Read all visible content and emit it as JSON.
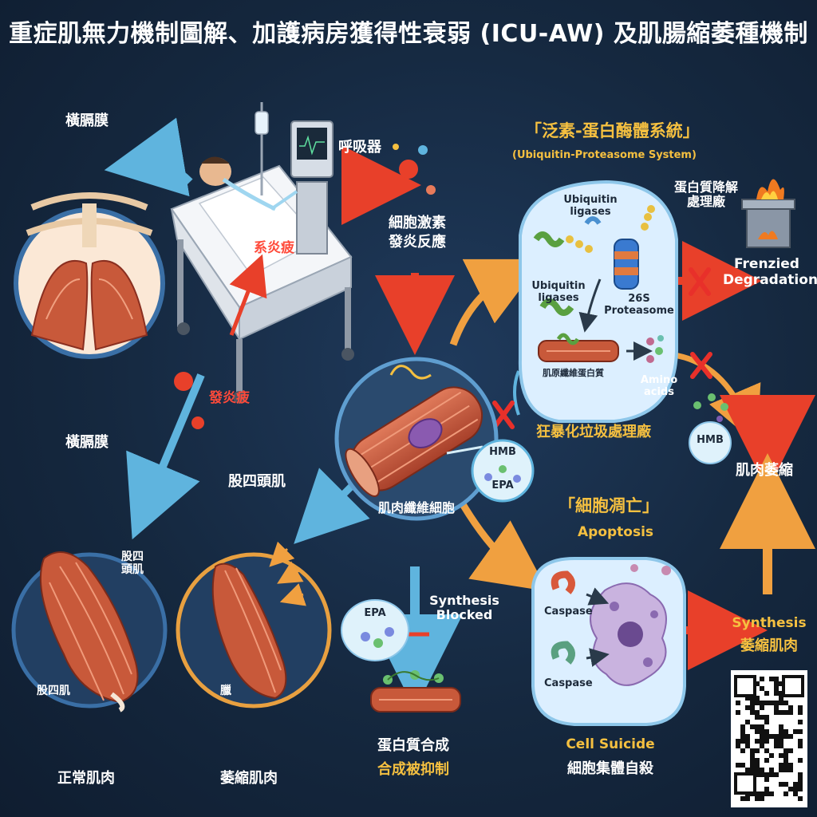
{
  "title": "重症肌無力機制圖解、加護病房獲得性衰弱 (ICU-AW) 及肌腸縮萎種機制",
  "labels": {
    "diaphragm_top": "橫膈膜",
    "diaphragm_bottom": "橫膈膜",
    "ventilator": "呼吸器",
    "sepsis_bed": "系炎疲",
    "inflammation": "發炎疲",
    "cytokine_line1": "細胞激素",
    "cytokine_line2": "發炎反應",
    "ups_title": "「泛素-蛋白酶體系統」",
    "ups_subtitle": "(Ubiquitin-Proteasome System)",
    "ubiquitin_ligases_top": "Ubiquitin\nligases",
    "ubiquitin_ligases_left": "Ubiquitin\nligases",
    "proteasome": "26S\nProteasome",
    "myofibril": "肌原纖維蛋白質",
    "amino_acids": "Amino\nacids",
    "protein_degradation_factory": "蛋白質降解\n處理廠",
    "frenzied_degradation": "Frenzied\nDegradation",
    "frenzied_factory": "狂暴化垃圾處理廠",
    "hmb_right": "HMB",
    "muscle_atrophy": "肌肉萎縮",
    "muscle_fiber_cell": "肌肉纖維細胞",
    "hmb_bubble": "HMB",
    "epa_bubble": "EPA",
    "quadriceps_title": "股四頭肌",
    "quad_label_normal": "股四\n頭肌",
    "quad_label_normal_lower": "股四肌",
    "tendon_label": "臘",
    "normal_muscle": "正常肌肉",
    "atrophic_muscle": "萎縮肌肉",
    "epa_small": "EPA",
    "synthesis_blocked": "Synthesis\nBlocked",
    "protein_synthesis": "蛋白質合成",
    "synthesis_inhibited": "合成被抑制",
    "apoptosis_title": "「細胞凋亡」",
    "apoptosis_en": "Apoptosis",
    "caspase_1": "Caspase",
    "caspase_2": "Caspase",
    "cell_suicide": "Cell Suicide",
    "cell_suicide_cn": "細胞集體自殺",
    "synthesis_right": "Synthesis",
    "atrophic_muscle_right": "萎縮肌肉"
  },
  "colors": {
    "background": "#15283f",
    "accent_yellow": "#f5c040",
    "accent_red": "#e8402a",
    "arrow_blue": "#5fb4de",
    "arrow_orange": "#f0a040",
    "muscle": "#c8593a"
  }
}
